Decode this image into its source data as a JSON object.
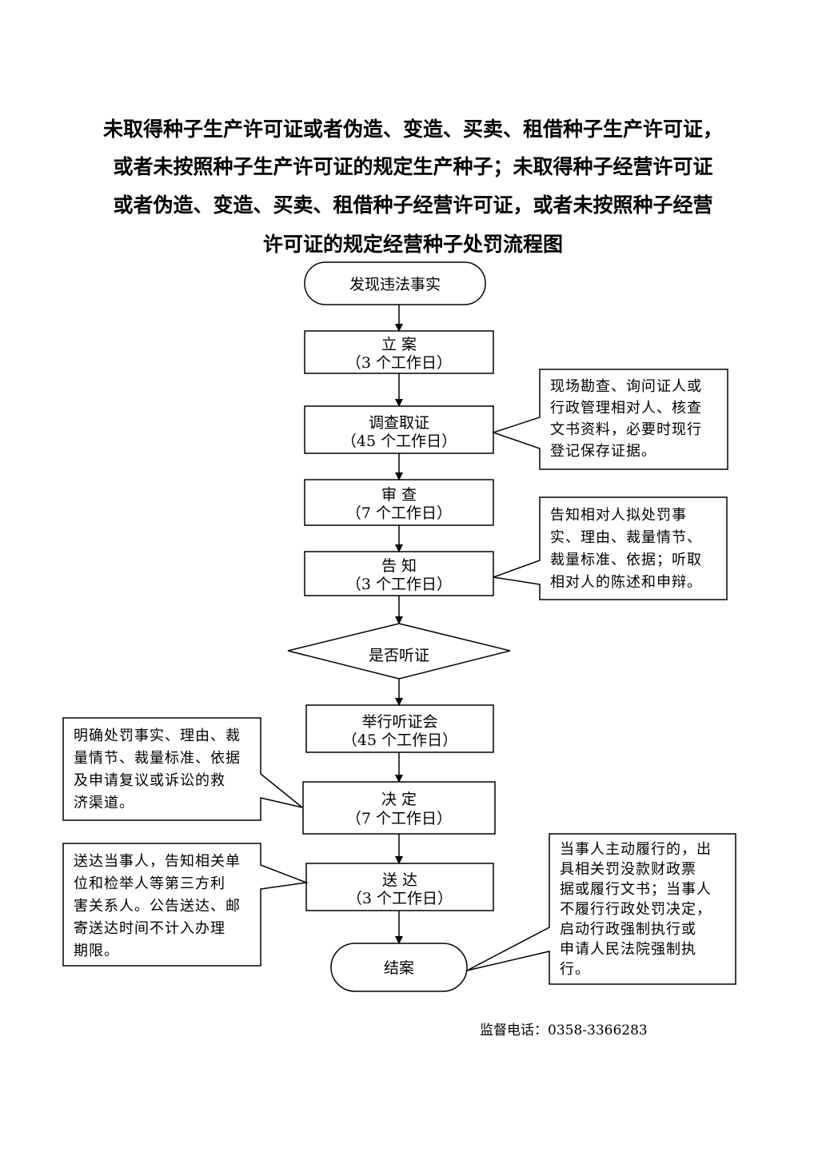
{
  "title_lines": [
    "未取得种子生产许可证或者伪造、变造、买卖、租借种子生产许可证，",
    "或者未按照种子生产许可证的规定生产种子；未取得种子经营许可证",
    "或者伪造、变造、买卖、租借种子经营许可证，或者未按照种子经营",
    "许可证的规定经营种子处罚流程图"
  ],
  "nodes": {
    "discover": "发现违法事实",
    "filing": {
      "label": "立 案",
      "duration": "（3 个工作日）"
    },
    "investigation": {
      "label": "调查取证",
      "duration": "（45 个工作日）"
    },
    "review": {
      "label": "审 查",
      "duration": "（7 个工作日）"
    },
    "notify": {
      "label": "告 知",
      "duration": "（3 个工作日）"
    },
    "hearing_decision": "是否听证",
    "hearing": {
      "label": "举行听证会",
      "duration": "（45 个工作日）"
    },
    "decision": {
      "label": "决 定",
      "duration": "（7 个工作日）"
    },
    "delivery": {
      "label": "送 达",
      "duration": "（3 个工作日）"
    },
    "close": "结案"
  },
  "notes": {
    "investigation": [
      "现场勘查、询问证人或",
      "行政管理相对人、核查",
      "文书资料，必要时现行",
      "登记保存证据。"
    ],
    "notify": [
      "告知相对人拟处罚事",
      "实、理由、裁量情节、",
      "裁量标准、依据；听取",
      "相对人的陈述和申辩。"
    ],
    "decision": [
      "明确处罚事实、理由、裁",
      "量情节、裁量标准、依据",
      "及申请复议或诉讼的救",
      "济渠道。"
    ],
    "delivery": [
      "送达当事人，告知相关单",
      "位和检举人等第三方利",
      "害关系人。公告送达、邮",
      "寄送达时间不计入办理",
      "期限。"
    ],
    "close": [
      "当事人主动履行的，出",
      "具相关罚没款财政票",
      "据或履行文书；当事人",
      "不履行行政处罚决定，",
      "启动行政强制执行或",
      "申请人民法院强制执",
      "行。"
    ]
  },
  "footer": "监督电话：0358-3366283"
}
